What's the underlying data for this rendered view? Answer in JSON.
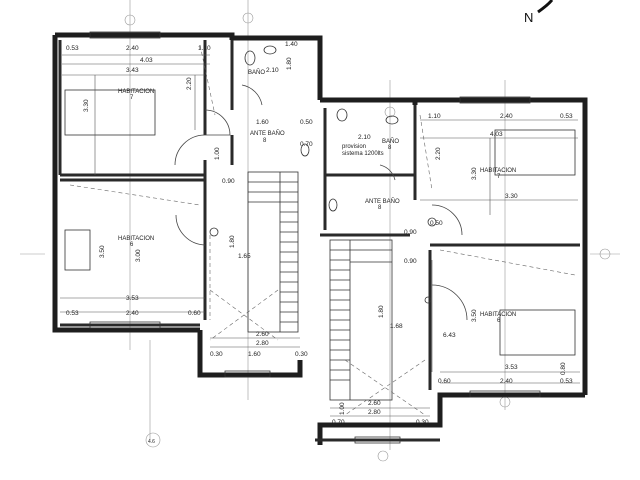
{
  "north_label": "N",
  "rooms": {
    "hab7_left_name": "HABITACION",
    "hab7_left_num": "7",
    "hab6_left_name": "HABITACION",
    "hab6_left_num": "6",
    "hab7_right_name": "HABITACION",
    "hab7_right_num": "7",
    "hab6_right_name": "HABITACION",
    "hab6_right_num": "6",
    "bano_left": "BAÑO",
    "ante_bano_left": "ANTE BAÑO",
    "ante_bano_left_num": "8",
    "bano_right": "BAÑO",
    "bano_right_num": "8",
    "ante_bano_right": "ANTE BAÑO",
    "ante_bano_right_num": "8",
    "provision_line1": "provision",
    "provision_line2": "sistema 1200lts"
  },
  "dims_left": {
    "d053a": "0.53",
    "d240a": "2.40",
    "d110a": "1.10",
    "d403": "4.03",
    "d343": "3.43",
    "d330": "3.30",
    "d220": "2.20",
    "d210": "2.10",
    "d140": "1.40",
    "d180a": "1.80",
    "d160a": "1.60",
    "d050a": "0.50",
    "d100": "1.00",
    "d090a": "0.90",
    "d070": "0.70",
    "d350": "3.50",
    "d300": "3.00",
    "d353": "3.53",
    "d053b": "0.53",
    "d240b": "2.40",
    "d060a": "0.60",
    "d180b": "1.80",
    "d165": "1.65",
    "d260a": "2.60",
    "d280a": "2.80",
    "d030": "0.30",
    "d160b": "1.60",
    "d030b": "0.30"
  },
  "dims_right": {
    "d110b": "1.10",
    "d240c": "2.40",
    "d053c": "0.53",
    "d403b": "4.03",
    "d210b": "2.10",
    "d220b": "2.20",
    "d330b": "3.30",
    "d330c": "3.30",
    "d050b": "0.50",
    "d090b": "0.90",
    "d090c": "0.90",
    "d180c": "1.80",
    "d168": "1.68",
    "d643": "6.43",
    "d350b": "3.50",
    "d353b": "3.53",
    "d060b": "0.60",
    "d240d": "2.40",
    "d053d": "0.53",
    "d080": "0.80",
    "d260b": "2.60",
    "d280b": "2.80",
    "d070b": "0.70",
    "d030c": "0.30",
    "d100b": "1.00"
  },
  "markers": {
    "bottom_callout": "4.6"
  }
}
